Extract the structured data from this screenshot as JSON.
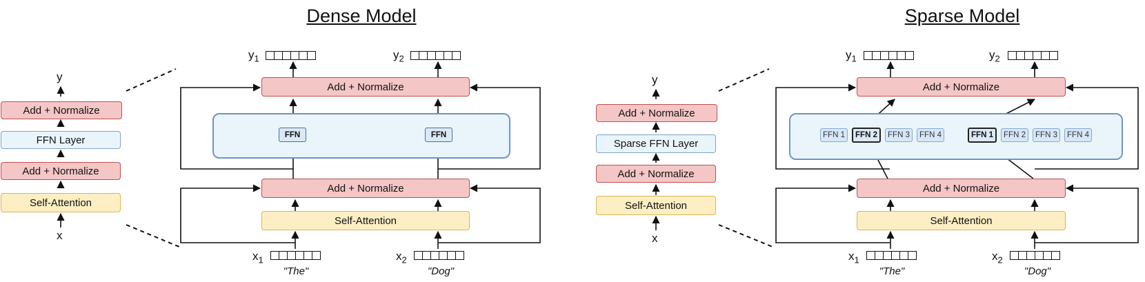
{
  "dense": {
    "title": "Dense Model",
    "side": {
      "y_label": "y",
      "x_label": "x",
      "add_norm_top": "Add + Normalize",
      "ffn": "FFN Layer",
      "add_norm_bottom": "Add + Normalize",
      "self_attention": "Self-Attention"
    },
    "detail": {
      "add_norm_top": "Add + Normalize",
      "ffn_1": "FFN",
      "ffn_2": "FFN",
      "add_norm_bottom": "Add + Normalize",
      "self_attention": "Self-Attention",
      "y1": "y",
      "y1_sub": "1",
      "y2": "y",
      "y2_sub": "2",
      "x1": "x",
      "x1_sub": "1",
      "x2": "x",
      "x2_sub": "2",
      "token1": "\"The\"",
      "token2": "\"Dog\""
    }
  },
  "sparse": {
    "title": "Sparse Model",
    "side": {
      "y_label": "y",
      "x_label": "x",
      "add_norm_top": "Add + Normalize",
      "ffn": "Sparse FFN Layer",
      "add_norm_bottom": "Add + Normalize",
      "self_attention": "Self-Attention"
    },
    "detail": {
      "add_norm_top": "Add + Normalize",
      "experts_left": [
        "FFN 1",
        "FFN 2",
        "FFN 3",
        "FFN 4"
      ],
      "experts_right": [
        "FFN 1",
        "FFN 2",
        "FFN 3",
        "FFN 4"
      ],
      "add_norm_bottom": "Add + Normalize",
      "self_attention": "Self-Attention",
      "y1": "y",
      "y1_sub": "1",
      "y2": "y",
      "y2_sub": "2",
      "x1": "x",
      "x1_sub": "1",
      "x2": "x",
      "x2_sub": "2",
      "token1": "\"The\"",
      "token2": "\"Dog\""
    }
  },
  "colors": {
    "add_norm": "#f5c6c6",
    "ffn": "#eaf5fb",
    "self_attention": "#fdefc3",
    "panel_border": "#6f93c5"
  }
}
